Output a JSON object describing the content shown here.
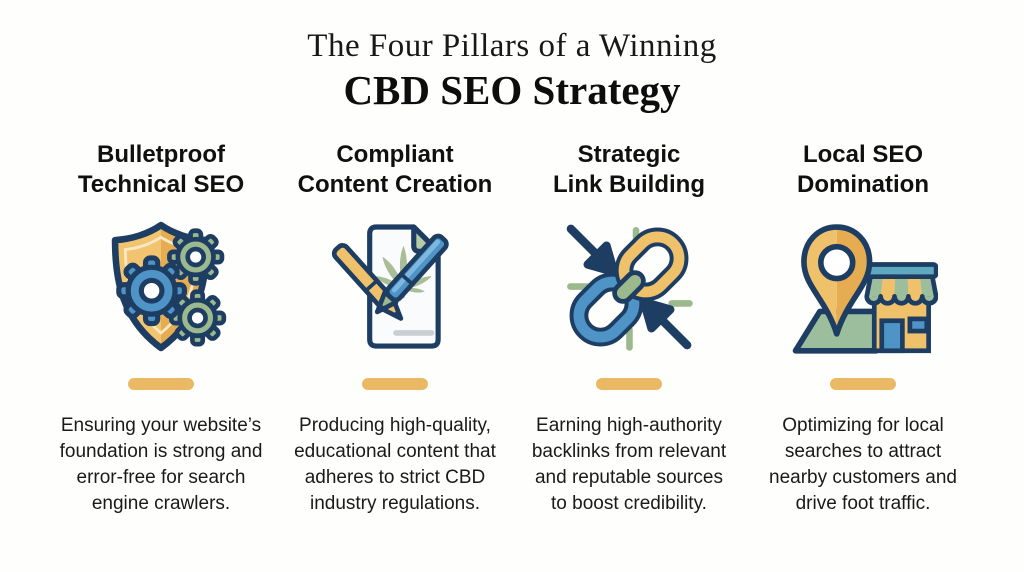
{
  "header": {
    "title_line1": "The Four Pillars of a Winning",
    "title_line2": "CBD SEO Strategy"
  },
  "pillars": [
    {
      "title": "Bulletproof\nTechnical SEO",
      "icon": "shield-gears-icon",
      "description": "Ensuring your website’s\nfoundation is strong and\nerror-free for search\nengine crawlers."
    },
    {
      "title": "Compliant\nContent Creation",
      "icon": "document-pens-icon",
      "description": "Producing high-quality,\neducational content that\nadheres to strict CBD\nindustry regulations."
    },
    {
      "title": "Strategic\nLink Building",
      "icon": "chain-links-icon",
      "description": "Earning high-authority\nbacklinks from relevant\nand reputable sources\nto boost credibility."
    },
    {
      "title": "Local SEO\nDomination",
      "icon": "map-pin-store-icon",
      "description": "Optimizing for local\nsearches to attract\nnearby customers and\ndrive foot traffic."
    }
  ],
  "colors": {
    "background": "#fefefc",
    "divider_gold": "#ebb964",
    "outline_navy": "#1e3d63",
    "icon_gold": "#f0c16b",
    "icon_gold_dark": "#e6ac52",
    "icon_blue": "#4e94c6",
    "icon_blue_light": "#7fb8df",
    "icon_sage": "#9cb88d",
    "icon_sage_light": "#b9cca8",
    "icon_teal": "#5fa8c0",
    "text_dark": "#101010"
  }
}
